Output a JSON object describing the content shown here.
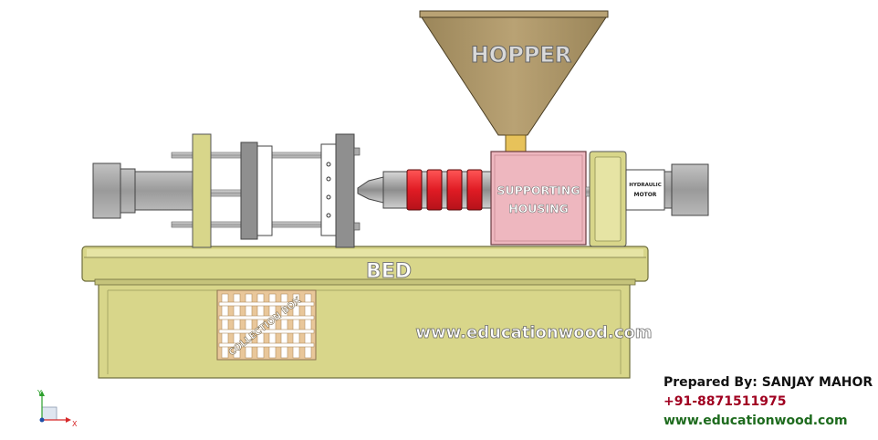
{
  "labels": {
    "hopper": "HOPPER",
    "supporting_housing_line1": "SUPPORTING",
    "supporting_housing_line2": "HOUSING",
    "bed": "BED",
    "collection_box": "COLLECTION BOX",
    "motor_line1": "HYDRAULIC",
    "motor_line2": "MOTOR",
    "watermark": "www.educationwood.com"
  },
  "credits": {
    "prepared_by": "Prepared By: SANJAY MAHOR",
    "phone": "+91-8871511975",
    "website": "www.educationwood.com"
  },
  "axis": {
    "y": "Y",
    "x": "X"
  },
  "colors": {
    "hopper": "#a58f5f",
    "bed": "#d8d68a",
    "bed_dark": "#b9b86a",
    "housing": "#eeb7bf",
    "heater_band": "#e01b24",
    "barrel": "#8a8a8a",
    "cylinder": "#a9a9a9",
    "credit_name": "#111111",
    "credit_phone": "#a00020",
    "credit_web": "#1e6b1e"
  }
}
